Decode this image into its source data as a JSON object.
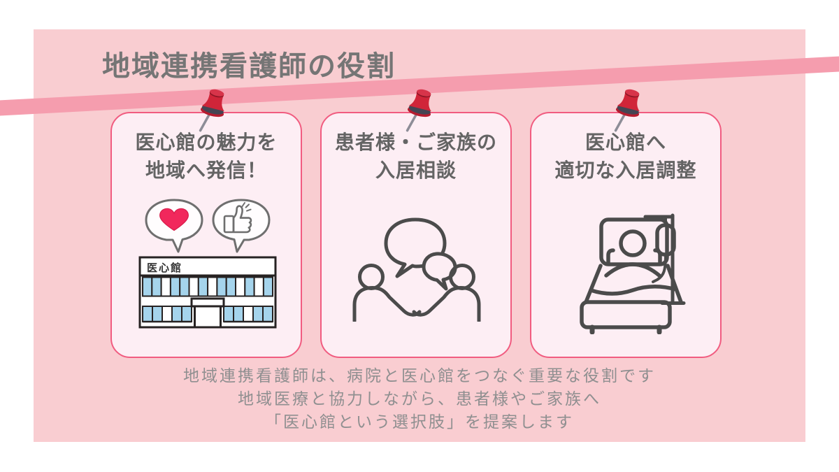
{
  "slide": {
    "title": "地域連携看護師の役割",
    "footer": {
      "line1": "地域連携看護師は、病院と医心館をつなぐ重要な役割です",
      "line2": "地域医療と協力しながら、患者様やご家族へ",
      "line3": "「医心館という選択肢」を提案します"
    }
  },
  "cards": [
    {
      "heading_line1": "医心館の魅力を",
      "heading_line2": "地域へ発信！",
      "building_sign": "医心館",
      "icons": [
        "pushpin-icon",
        "heart-speech-bubble-icon",
        "thumbs-up-speech-bubble-icon",
        "ishinkan-building-icon"
      ]
    },
    {
      "heading_line1": "患者様・ご家族の",
      "heading_line2": "入居相談",
      "icons": [
        "pushpin-icon",
        "consultation-people-icon"
      ]
    },
    {
      "heading_line1": "医心館へ",
      "heading_line2": "適切な入居調整",
      "icons": [
        "pushpin-icon",
        "hospital-bed-iv-icon"
      ]
    }
  ],
  "colors": {
    "panel_pink": "#f9cdd1",
    "ribbon_pink": "#f59dae",
    "card_bg": "#fdeef4",
    "card_border": "#f15c80",
    "title_gray": "#757575",
    "heading_gray": "#646464",
    "footer_gray": "#8f8f90",
    "pin_red": "#d02539",
    "pin_red_dark": "#b51c2f",
    "pin_band": "#454553",
    "needle_gray": "#8d8d97",
    "heart_red": "#f1285c",
    "window_blue": "#a5d4ec",
    "outline_dark": "#262222",
    "art_gray": "#4b4b4b",
    "bubble_fill": "#fffdfe"
  }
}
